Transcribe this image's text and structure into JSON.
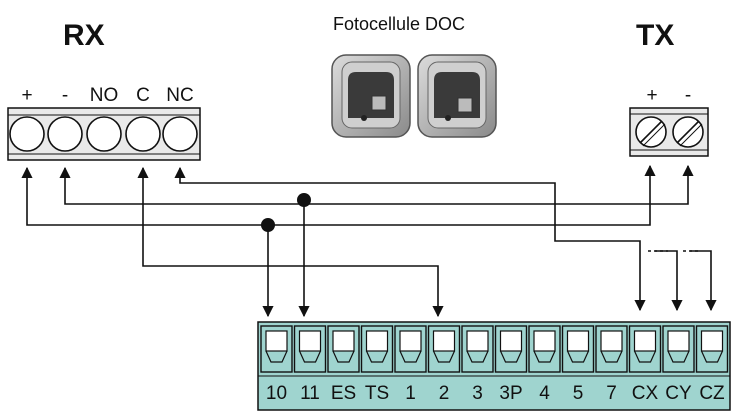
{
  "title": "Fotocellule DOC",
  "rx": {
    "label": "RX",
    "terminals": [
      "+",
      "-",
      "NO",
      "C",
      "NC"
    ]
  },
  "tx": {
    "label": "TX",
    "terminals": [
      "+",
      "-"
    ]
  },
  "board": {
    "terminals": [
      "10",
      "11",
      "ES",
      "TS",
      "1",
      "2",
      "3",
      "3P",
      "4",
      "5",
      "7",
      "CX",
      "CY",
      "CZ"
    ]
  },
  "colors": {
    "board_fill": "#9fd4cf",
    "terminal_block": "#e9e9e9",
    "wire": "#111111"
  },
  "icons": [
    "photocell-receiver-icon",
    "photocell-transmitter-icon"
  ]
}
